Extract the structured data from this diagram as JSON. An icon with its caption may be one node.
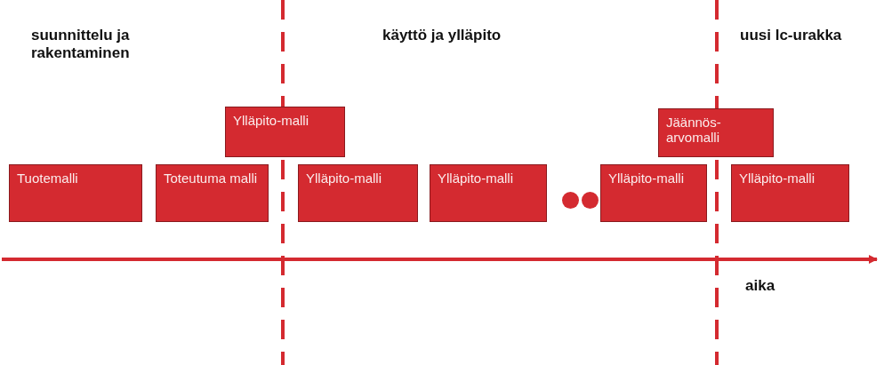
{
  "diagram": {
    "nodes": [
      {
        "text": [
          "Tuotemalli"
        ]
      },
      {
        "text": [
          "Toteutuma malli"
        ]
      },
      {
        "text": [
          "Ylläpito-malli"
        ]
      },
      {
        "text": [
          "Ylläpito-malli"
        ]
      },
      {
        "text": [
          "Ylläpito-malli"
        ]
      },
      {
        "text": [],
        "shape": "circle"
      },
      {
        "text": [],
        "shape": "circle"
      },
      {
        "text": [
          "Ylläpito-malli"
        ]
      },
      {
        "text": [
          "Jäännös-arvomalli"
        ]
      },
      {
        "text": [
          "Ylläpito-malli"
        ]
      }
    ],
    "edges": [],
    "labels": [
      "suunnittelu ja rakentaminen",
      "käyttö ja ylläpito",
      "uusi lc-urakka",
      "aika"
    ]
  }
}
